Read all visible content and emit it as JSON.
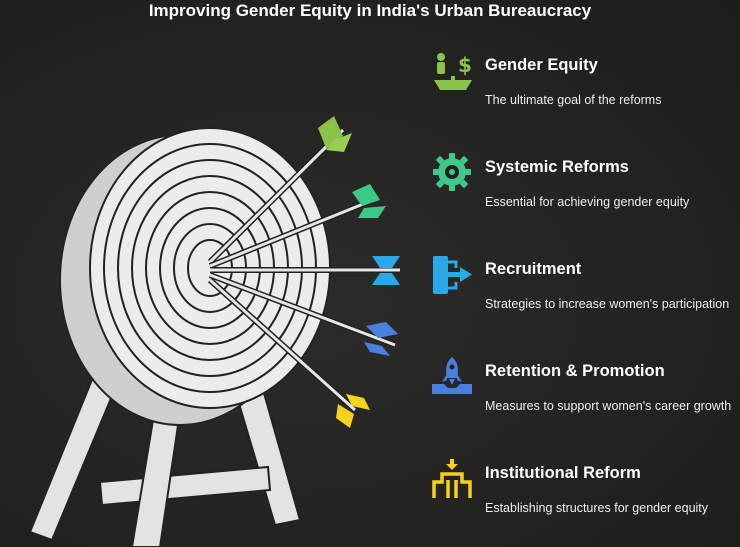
{
  "title": "Improving Gender Equity in India's Urban Bureaucracy",
  "items": [
    {
      "heading": "Gender Equity",
      "description": "The ultimate goal of the reforms",
      "icon": "balance-dollar-icon",
      "color": "#8bc34a"
    },
    {
      "heading": "Systemic Reforms",
      "description": "Essential for achieving gender equity",
      "icon": "gear-icon",
      "color": "#3ec98a"
    },
    {
      "heading": "Recruitment",
      "description": "Strategies to increase women's participation",
      "icon": "door-enter-icon",
      "color": "#29a9e8"
    },
    {
      "heading": "Retention & Promotion",
      "description": "Measures to support women's career growth",
      "icon": "rocket-icon",
      "color": "#4a7fe0"
    },
    {
      "heading": "Institutional Reform",
      "description": "Establishing structures for gender equity",
      "icon": "building-icon",
      "color": "#f5d21c"
    }
  ]
}
